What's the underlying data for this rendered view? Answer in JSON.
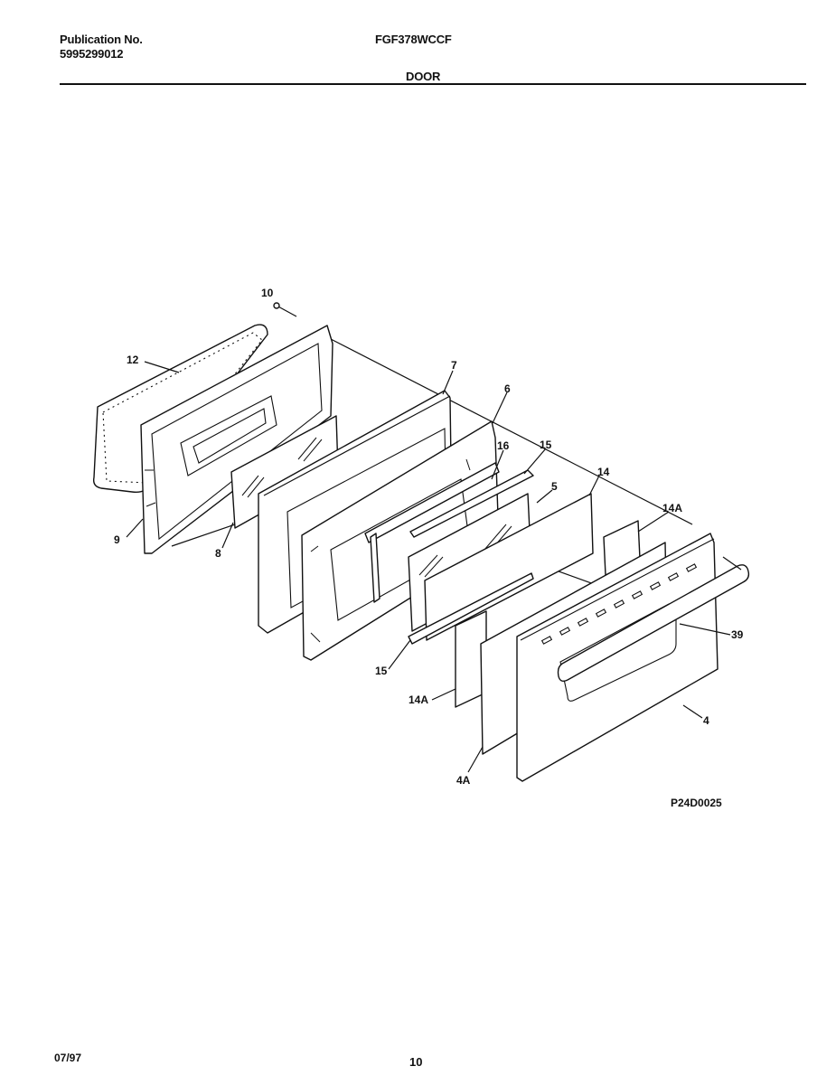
{
  "header": {
    "publication_label": "Publication No.",
    "publication_number": "5995299012",
    "model": "FGF378WCCF",
    "section": "DOOR"
  },
  "diagram": {
    "code": "P24D0025",
    "part_labels": [
      "10",
      "12",
      "7",
      "6",
      "16",
      "15",
      "14",
      "5",
      "14A",
      "9",
      "8",
      "39",
      "15",
      "14A",
      "4",
      "4A"
    ]
  },
  "footer": {
    "date": "07/97",
    "page": "10"
  }
}
